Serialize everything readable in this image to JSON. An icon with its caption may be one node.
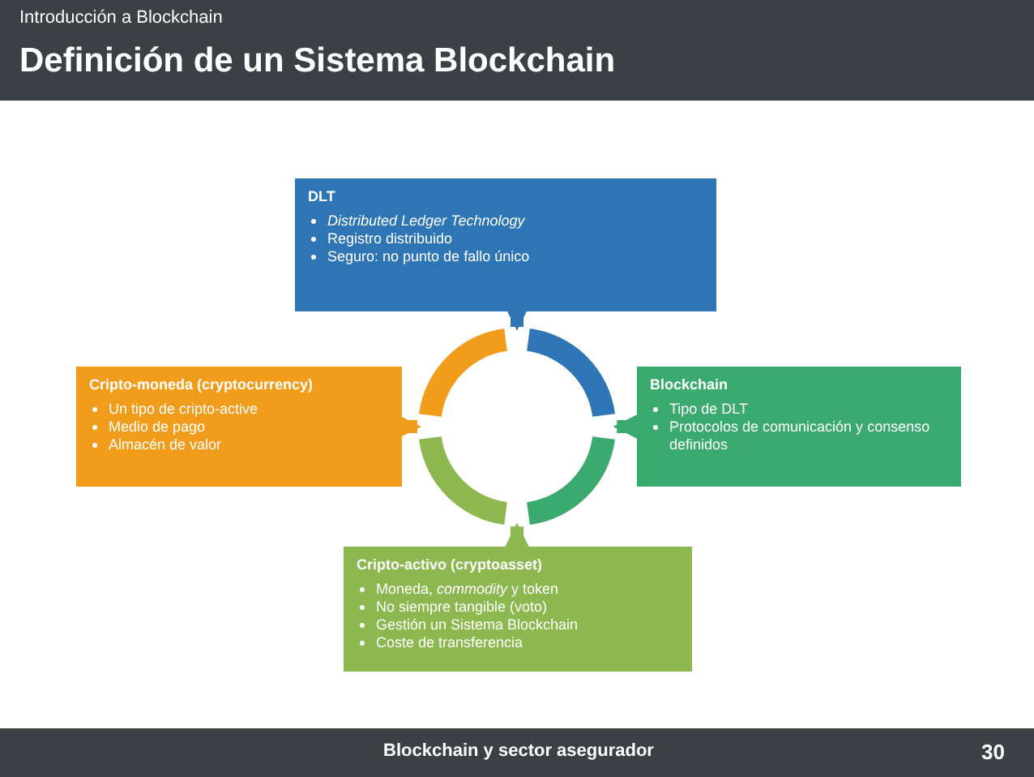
{
  "diagram": {
    "title": "Definición de un Sistema Blockchain",
    "nodes": [
      {
        "text": [
          "DLT",
          "*Distributed Ledger Technology*",
          "Registro distribuido",
          "Seguro: no punto de fallo único"
        ]
      },
      {
        "text": [
          "Cripto-moneda (cryptocurrency)",
          "Un tipo de cripto-active",
          "Medio de pago",
          "Almacén de valor"
        ]
      },
      {
        "text": [
          "Blockchain",
          "Tipo de DLT",
          "Protocolos de comunicación y consenso definidos"
        ]
      },
      {
        "text": [
          "Cripto-activo (cryptoasset)",
          "Moneda, *commodity* y token",
          "No siempre tangible (voto)",
          "Gestión un Sistema Blockchain",
          "Coste de transferencia"
        ]
      },
      {
        "text": [],
        "shape": "circle"
      }
    ],
    "edges": [
      {
        "from": 0,
        "to": 4,
        "arrow": "to",
        "color": "#2e75b6"
      },
      {
        "from": 2,
        "to": 4,
        "arrow": "to",
        "color": "#3aaa6e"
      },
      {
        "from": 3,
        "to": 4,
        "arrow": "to",
        "color": "#8db850"
      },
      {
        "from": 1,
        "to": 4,
        "arrow": "to",
        "color": "#f29c1c"
      }
    ],
    "labels": [
      "Introducción a Blockchain",
      "Blockchain y sector asegurador",
      "30"
    ]
  }
}
